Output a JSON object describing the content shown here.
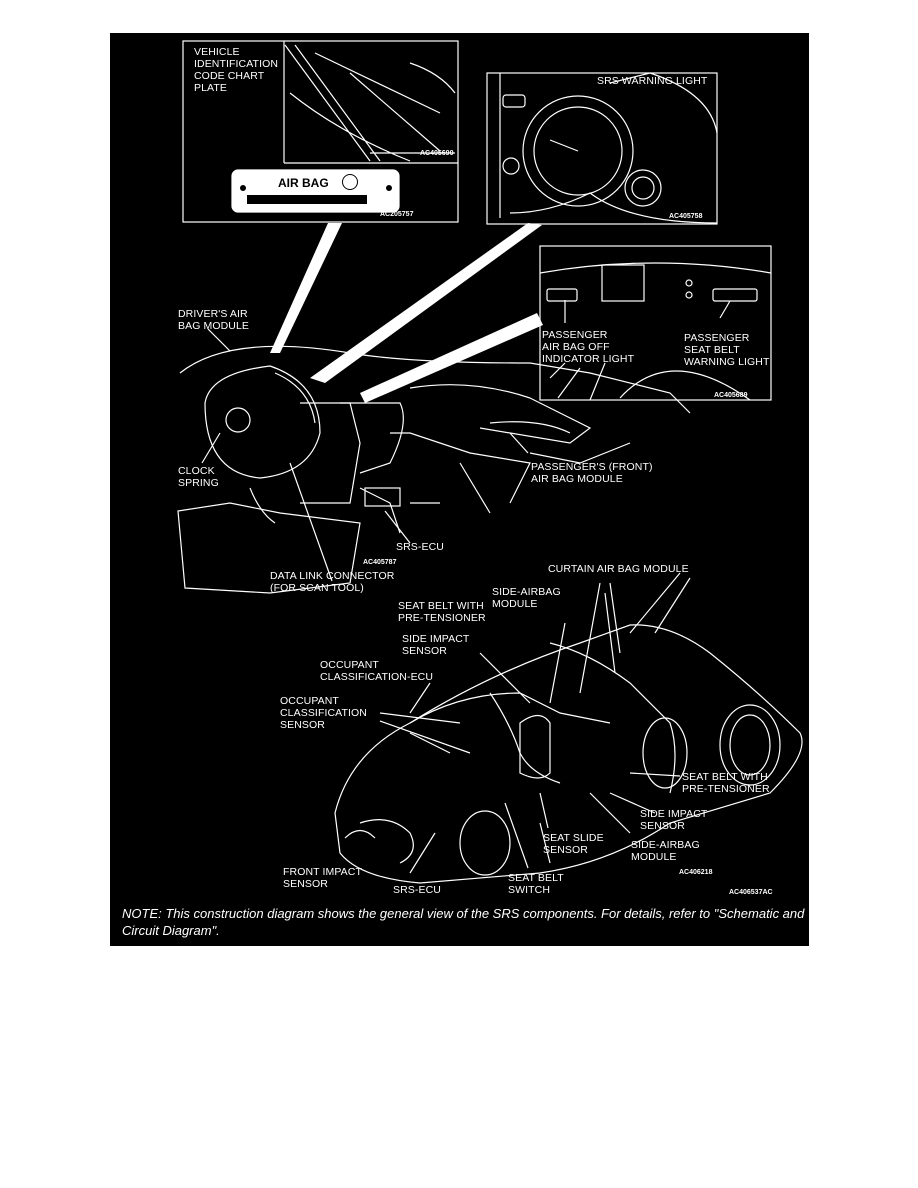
{
  "inset_vin": {
    "label": "VEHICLE\nIDENTIFICATION\nCODE CHART\nPLATE",
    "code_top": "AC405690",
    "plate_text": "AIR BAG",
    "code_bottom": "AC205757"
  },
  "inset_meter": {
    "label": "SRS WARNING LIGHT",
    "code": "AC405758"
  },
  "inset_indicator": {
    "label_left": "PASSENGER\nAIR BAG OFF\nINDICATOR LIGHT",
    "label_right": "PASSENGER\nSEAT BELT\nWARNING LIGHT",
    "code": "AC405689"
  },
  "dash": {
    "driver_airbag": "DRIVER'S AIR\nBAG MODULE",
    "clock_spring": "CLOCK\nSPRING",
    "passenger_airbag": "PASSENGER'S (FRONT)\nAIR BAG MODULE",
    "srs_ecu": "SRS-ECU",
    "code": "AC405787",
    "data_link": "DATA LINK CONNECTOR\n(FOR SCAN TOOL)"
  },
  "car": {
    "curtain": "CURTAIN AIR BAG MODULE",
    "side_airbag_top": "SIDE-AIRBAG\nMODULE",
    "seat_belt_pre_top": "SEAT BELT WITH\nPRE-TENSIONER",
    "side_impact_top": "SIDE IMPACT\nSENSOR",
    "occupant_ecu": "OCCUPANT\nCLASSIFICATION-ECU",
    "occupant_sensor": "OCCUPANT\nCLASSIFICATION\nSENSOR",
    "seat_belt_pre_right": "SEAT BELT WITH\nPRE-TENSIONER",
    "side_impact_right": "SIDE IMPACT\nSENSOR",
    "side_airbag_right": "SIDE-AIRBAG\nMODULE",
    "seat_slide": "SEAT SLIDE\nSENSOR",
    "seat_belt_switch": "SEAT BELT\nSWITCH",
    "srs_ecu": "SRS-ECU",
    "front_impact": "FRONT IMPACT\nSENSOR",
    "code1": "AC406218",
    "code2": "AC406537AC"
  },
  "note": "NOTE: This construction diagram shows the general view of the SRS components. For details, refer to \"Schematic and Circuit Diagram\"."
}
